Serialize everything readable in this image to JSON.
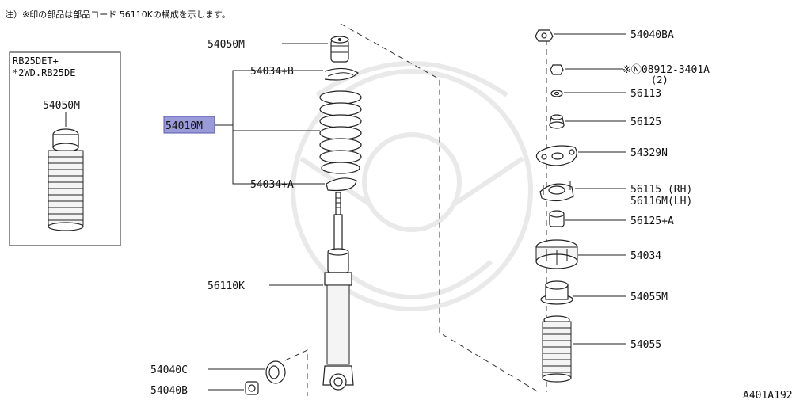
{
  "header": {
    "note": "注）※印の部品は部品コード 56110Kの構成を示します。"
  },
  "inset": {
    "line1": "RB25DET+",
    "line2": "*2WD.RB25DE",
    "part": "54050M"
  },
  "diagram_code": "A401A192",
  "highlighted_part": "54010M",
  "callouts": {
    "boot_top": "54050M",
    "seat_upper": "54034+B",
    "spring": "54010M",
    "seat_lower": "54034+A",
    "shock": "56110K",
    "washer_c": "54040C",
    "nut_b": "54040B",
    "nut_ba": "54040BA",
    "nut_n_code": "※Ⓝ08912-3401A",
    "nut_n_qty": "(2)",
    "washer_56113": "56113",
    "bush_56125": "56125",
    "bracket": "54329N",
    "mount_rh": "56115 (RH)",
    "mount_lh": "56116M(LH)",
    "bush_56125a": "56125+A",
    "bumper": "54034",
    "seat_54055m": "54055M",
    "boot": "54055"
  }
}
